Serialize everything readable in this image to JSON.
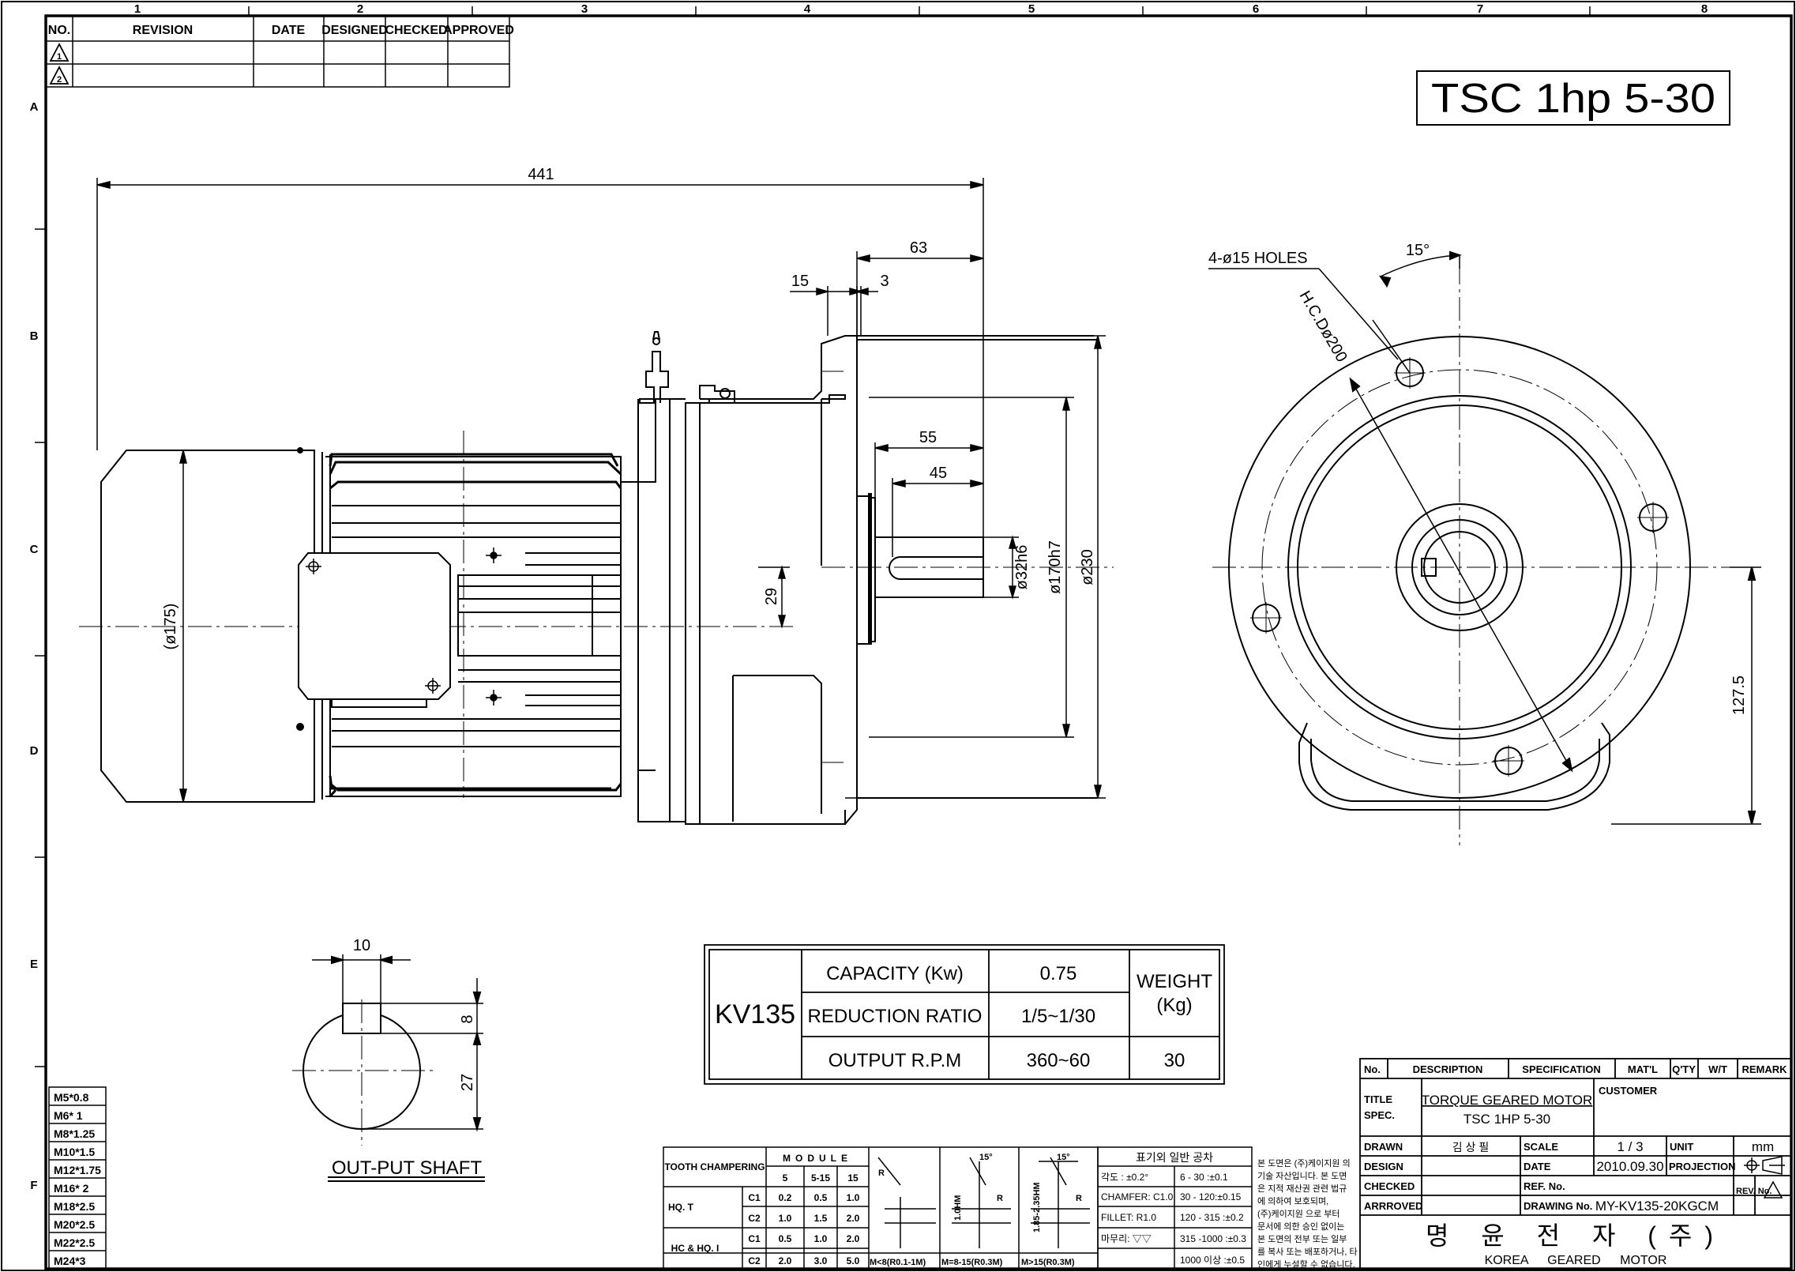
{
  "grid": {
    "columns": [
      "1",
      "2",
      "3",
      "4",
      "5",
      "6",
      "7",
      "8"
    ],
    "rows": [
      "A",
      "B",
      "C",
      "D",
      "E",
      "F"
    ]
  },
  "revision_table": {
    "headers": [
      "NO.",
      "REVISION",
      "DATE",
      "DESIGNED",
      "CHECKED",
      "APPROVED"
    ],
    "rows": [
      [
        "1"
      ],
      [
        "2"
      ]
    ]
  },
  "title_box": "TSC 1hp 5-30",
  "side_view": {
    "dim_441": "441",
    "dim_63": "63",
    "dim_15": "15",
    "dim_3": "3",
    "dim_55": "55",
    "dim_45": "45",
    "dim_29": "29",
    "dim_phi175": "(ø175)",
    "dim_phi32": "ø32h6",
    "dim_phi170": "ø170h7",
    "dim_phi230": "ø230"
  },
  "front_view": {
    "holes": "4-ø15 HOLES",
    "angle": "15°",
    "pcd": "H.C.Dø200",
    "height": "127.5"
  },
  "shaft_view": {
    "dim_10": "10",
    "dim_8": "8",
    "dim_27": "27",
    "caption": "OUT-PUT SHAFT"
  },
  "spec_table": {
    "model": "KV135",
    "rows": [
      {
        "label": "CAPACITY (Kw)",
        "value": "0.75"
      },
      {
        "label": "REDUCTION RATIO",
        "value": "1/5~1/30"
      },
      {
        "label": "OUTPUT R.P.M",
        "value": "360~60"
      }
    ],
    "weight_label_1": "WEIGHT",
    "weight_label_2": "(Kg)",
    "weight_value": "30"
  },
  "thread_table": [
    "M5*0.8",
    "M6* 1",
    "M8*1.25",
    "M10*1.5",
    "M12*1.75",
    "M16* 2",
    "M18*2.5",
    "M20*2.5",
    "M22*2.5",
    "M24*3"
  ],
  "tooth_table": {
    "title": "TOOTH CHAMPERING",
    "module_label": "MODULE",
    "modules": [
      "5",
      "5-15",
      "15"
    ],
    "groups": [
      {
        "name": "HQ. T",
        "rows": [
          {
            "c": "C1",
            "v": [
              "0.2",
              "0.5",
              "1.0"
            ]
          },
          {
            "c": "C2",
            "v": [
              "1.0",
              "1.5",
              "2.0"
            ]
          }
        ]
      },
      {
        "name": "HC & HQ. I",
        "rows": [
          {
            "c": "C1",
            "v": [
              "0.5",
              "1.0",
              "2.0"
            ]
          },
          {
            "c": "C2",
            "v": [
              "2.0",
              "3.0",
              "5.0"
            ]
          }
        ]
      }
    ],
    "sketch_labels": [
      "M<8(R0.1-1M)",
      "M=8-15(R0.3M)",
      "M>15(R0.3M)"
    ],
    "sketch_texts": [
      "1.0HM",
      "1.85-2.35HM",
      "15°",
      "15°",
      "R",
      "R",
      "R"
    ]
  },
  "tolerance_table": {
    "title": "표기외 일반 공차",
    "rows": [
      {
        "l": "각도 : ±0.2°",
        "r": "6 - 30 :±0.1"
      },
      {
        "l": "CHAMFER: C1.0",
        "r": "30 - 120:±0.15"
      },
      {
        "l": "FILLET: R1.0",
        "r": "120 - 315 :±0.2"
      },
      {
        "l": "마무리: ▽▽",
        "r": "315 -1000 :±0.3"
      },
      {
        "l": "",
        "r": "1000 이상 :±0.5"
      }
    ]
  },
  "notice_lines": [
    "본 도면은 (주)케이지원 의",
    "기술 자산입니다. 본 도면",
    "은 지적 재산권 관련 법규",
    "에 의하여 보호되며,",
    "(주)케이지원 으로 부터",
    "문서에 의한 승인 없이는",
    "본 도면의 전부 또는 일부",
    "를 복사 또는 배포하거나, 타",
    "인에게 누설할 수 없습니다."
  ],
  "title_block": {
    "headers": [
      "No.",
      "DESCRIPTION",
      "SPECIFICATION",
      "MAT'L",
      "Q'TY",
      "W/T",
      "REMARK"
    ],
    "title_label": "TITLE",
    "spec_label": "SPEC.",
    "title_value": "TORQUE GEARED MOTOR",
    "spec_value": "TSC 1HP 5-30",
    "customer_label": "CUSTOMER",
    "drawn_label": "DRAWN",
    "drawn_value": "김 상 필",
    "design_label": "DESIGN",
    "checked_label": "CHECKED",
    "approved_label": "ARRROVED",
    "scale_label": "SCALE",
    "scale_value": "1 / 3",
    "unit_label": "UNIT",
    "unit_value": "mm",
    "date_label": "DATE",
    "date_value": "2010.09.30",
    "projection_label": "PROJECTION",
    "ref_label": "REF. No.",
    "drawing_label": "DRAWING No.",
    "drawing_value": "MY-KV135-20KGCM",
    "rev_label": "REV. No.",
    "company_kr": "명 윤 전 자 (주)",
    "company_en": "KOREA GEARED MOTOR"
  }
}
